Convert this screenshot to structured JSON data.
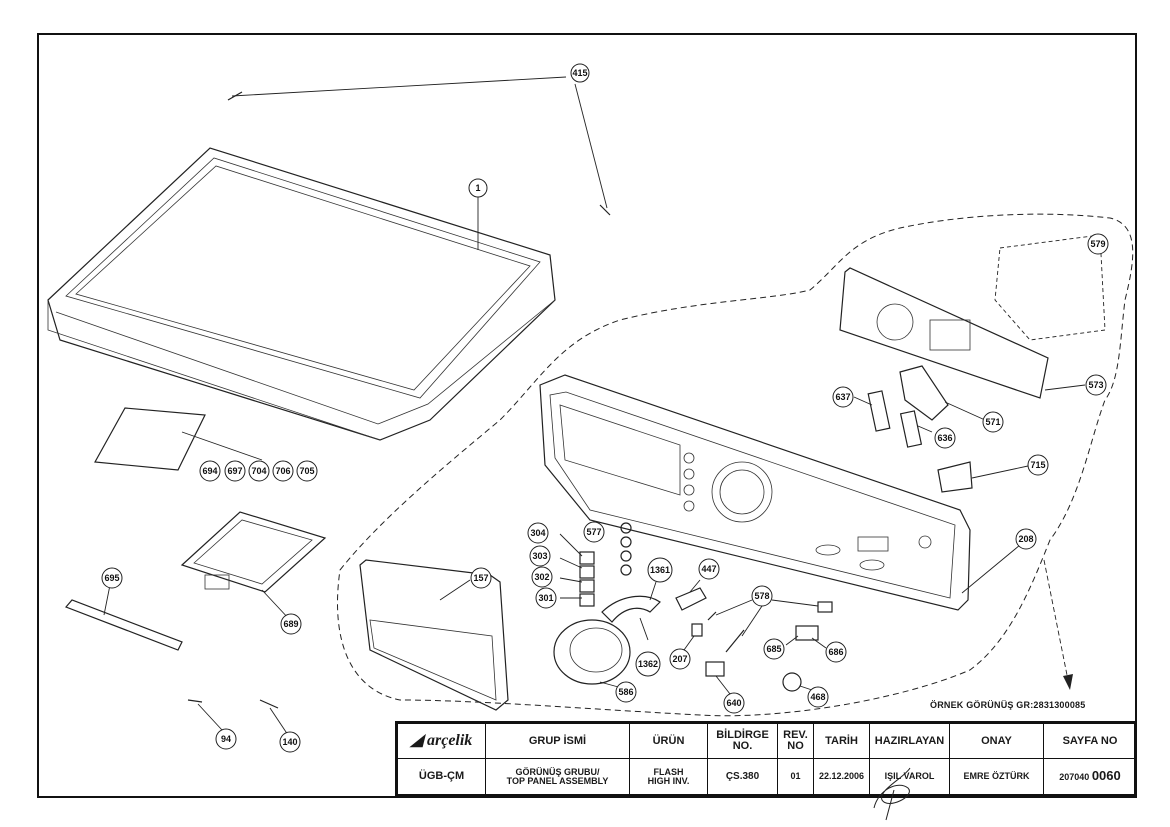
{
  "drawing": {
    "sample_caption": "ÖRNEK GÖRÜNÜŞ GR:2831300085",
    "part_labels": {
      "p415": "415",
      "p1": "1",
      "p579": "579",
      "p573": "573",
      "p637": "637",
      "p571": "571",
      "p636": "636",
      "p715": "715",
      "p208": "208",
      "p694": "694",
      "p697": "697",
      "p704": "704",
      "p706": "706",
      "p705": "705",
      "p695": "695",
      "p689": "689",
      "p157": "157",
      "p304": "304",
      "p303": "303",
      "p302": "302",
      "p301": "301",
      "p577": "577",
      "p1361": "1361",
      "p447": "447",
      "p578": "578",
      "p1362": "1362",
      "p207": "207",
      "p685": "685",
      "p686": "686",
      "p586": "586",
      "p640": "640",
      "p468": "468",
      "p94": "94",
      "p140": "140"
    }
  },
  "title_block": {
    "logo_text": "arçelik",
    "headers": {
      "group_name": "GRUP İSMİ",
      "product": "ÜRÜN",
      "bildirge": "BİLDİRGE NO.",
      "rev": "REV. NO",
      "date": "TARİH",
      "prepared": "HAZIRLAYAN",
      "approval": "ONAY",
      "page_no": "SAYFA NO"
    },
    "values": {
      "code": "ÜGB-ÇM",
      "group_line1": "GÖRÜNÜŞ GRUBU/",
      "group_line2": "TOP PANEL ASSEMBLY",
      "product_line1": "FLASH",
      "product_line2": "HIGH INV.",
      "bildirge": "ÇS.380",
      "rev": "01",
      "date": "22.12.2006",
      "prepared": "IŞIL VAROL",
      "approval": "EMRE ÖZTÜRK",
      "page_prefix": "207040",
      "page_suffix": "0060"
    }
  }
}
